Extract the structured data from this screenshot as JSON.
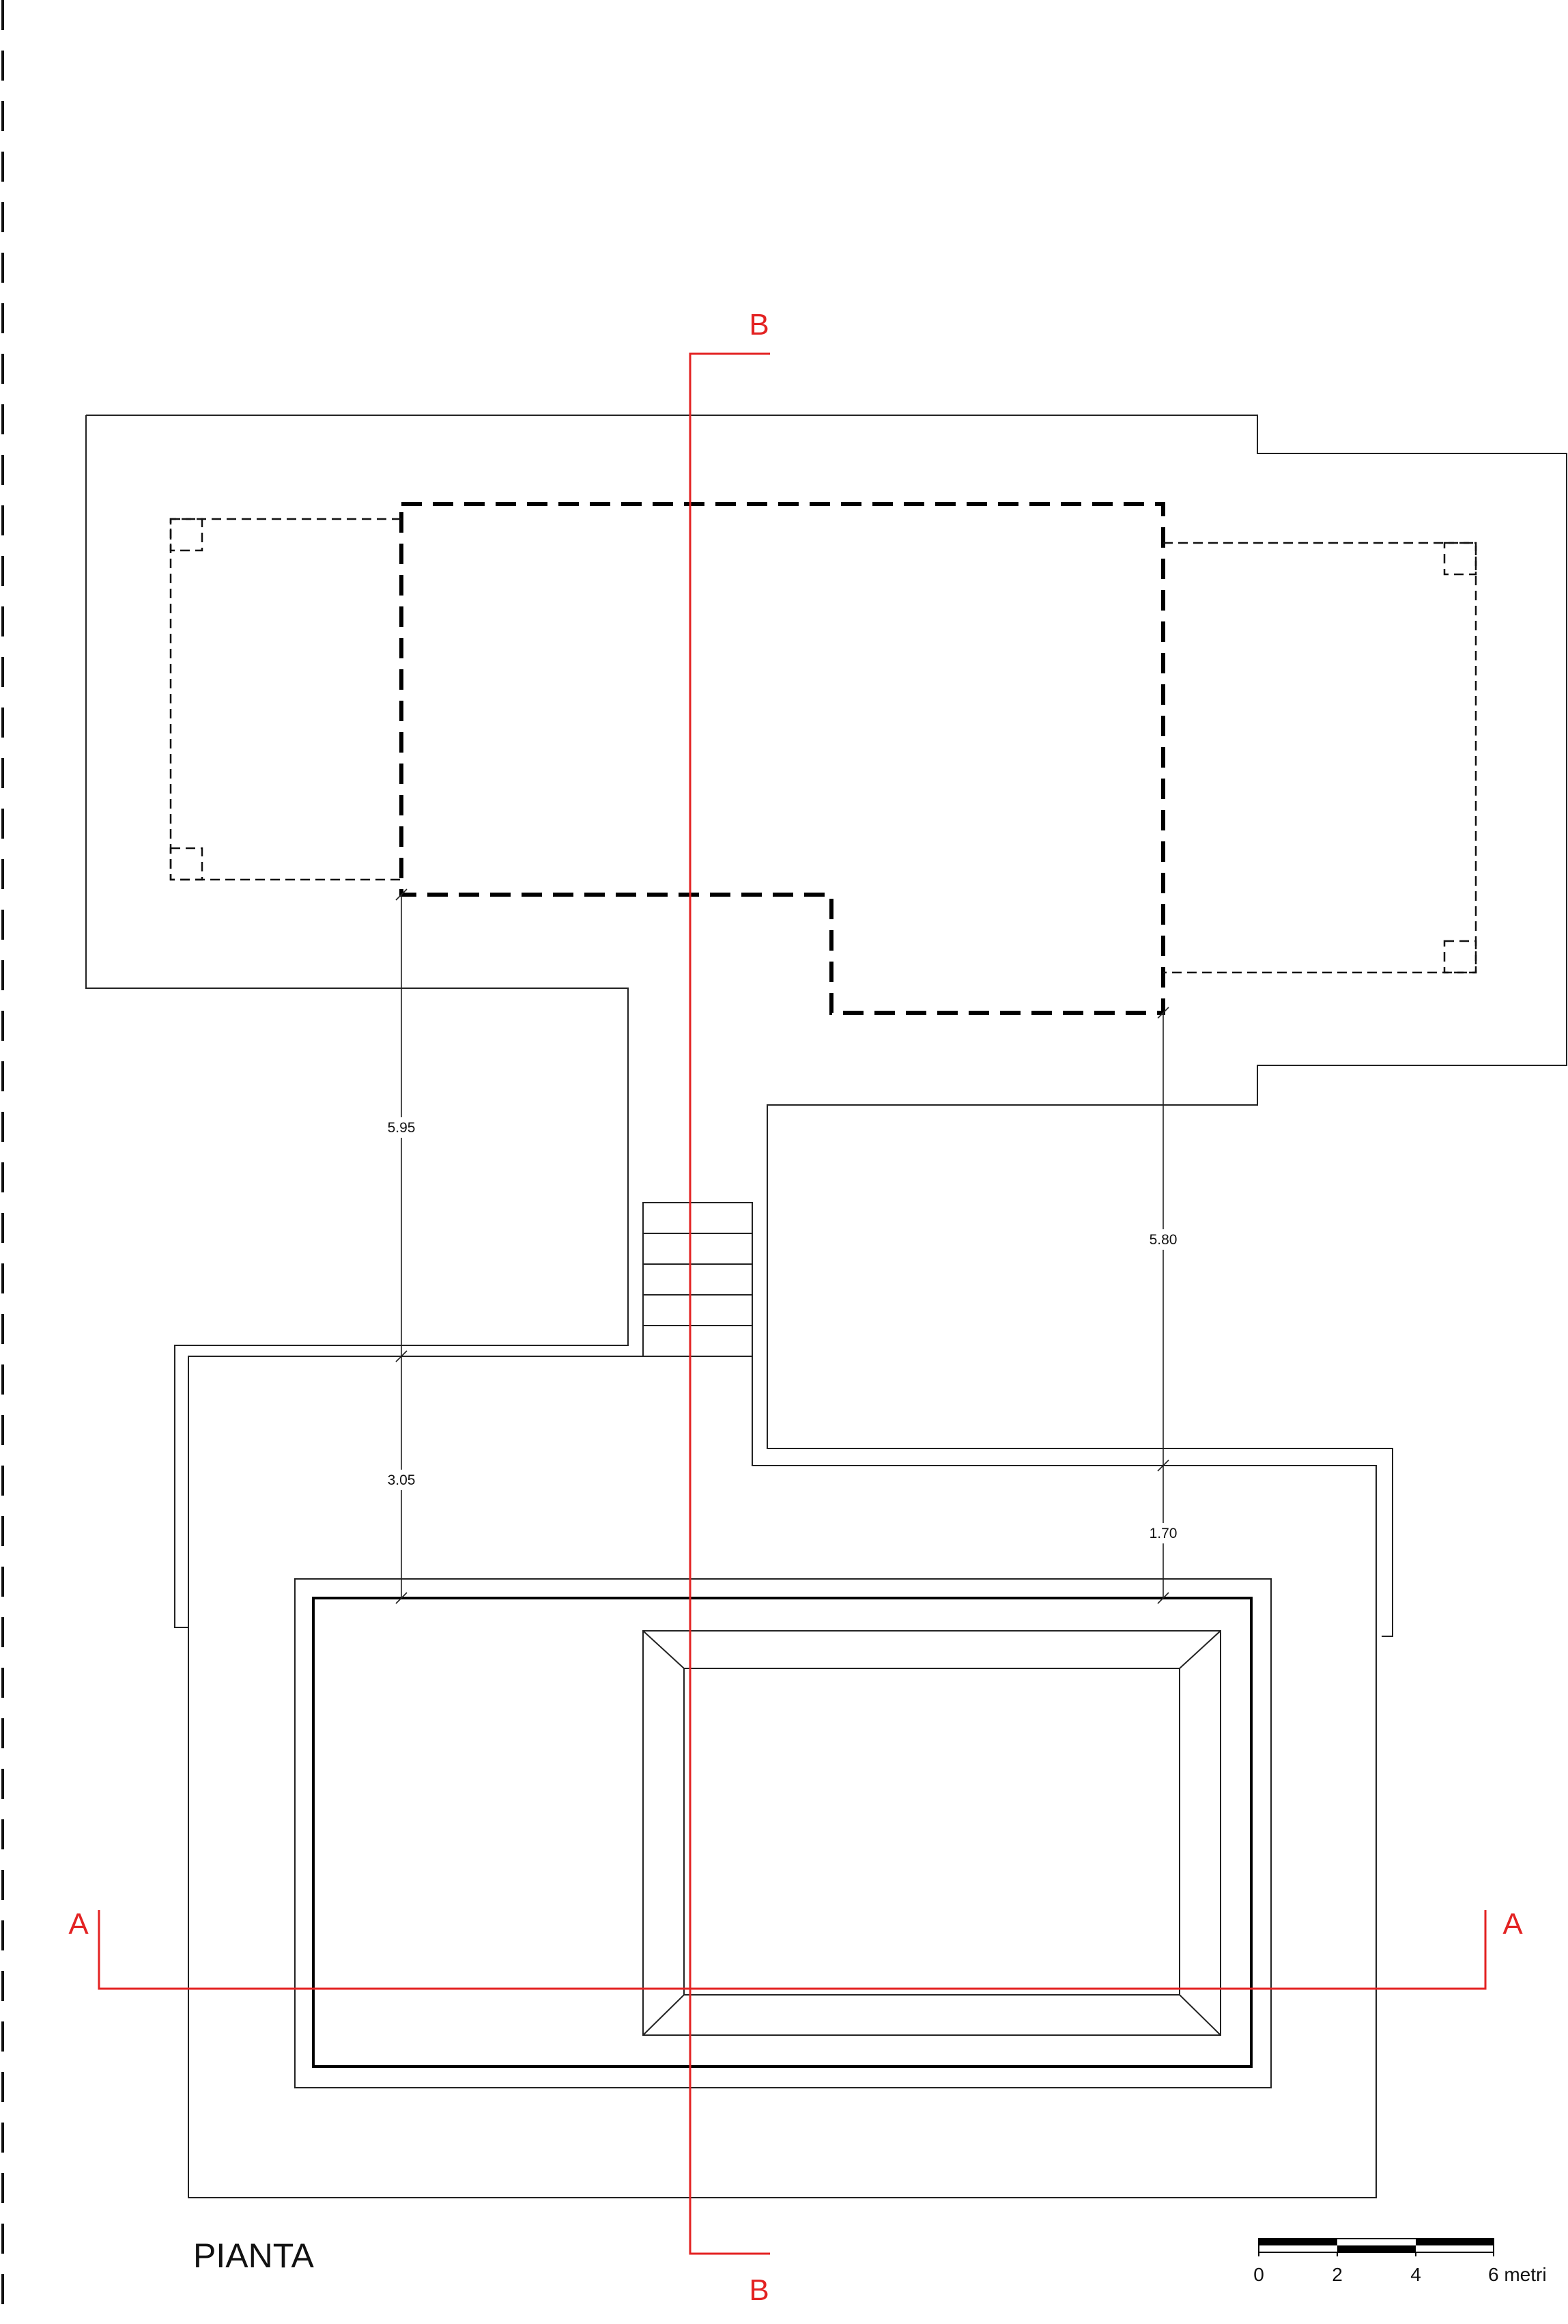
{
  "drawing": {
    "title": "PIANTA"
  },
  "dimensions": {
    "left_upper": "5.95",
    "left_lower": "3.05",
    "right_upper": "5.80",
    "right_lower": "1.70"
  },
  "sections": {
    "a_left": "A",
    "a_right": "A",
    "b_top": "B",
    "b_bottom": "B"
  },
  "scale_bar": {
    "label_0": "0",
    "label_2": "2",
    "label_4": "4",
    "label_6": "6 metri"
  },
  "colors": {
    "section_line": "#e32222",
    "linework": "#000000"
  }
}
